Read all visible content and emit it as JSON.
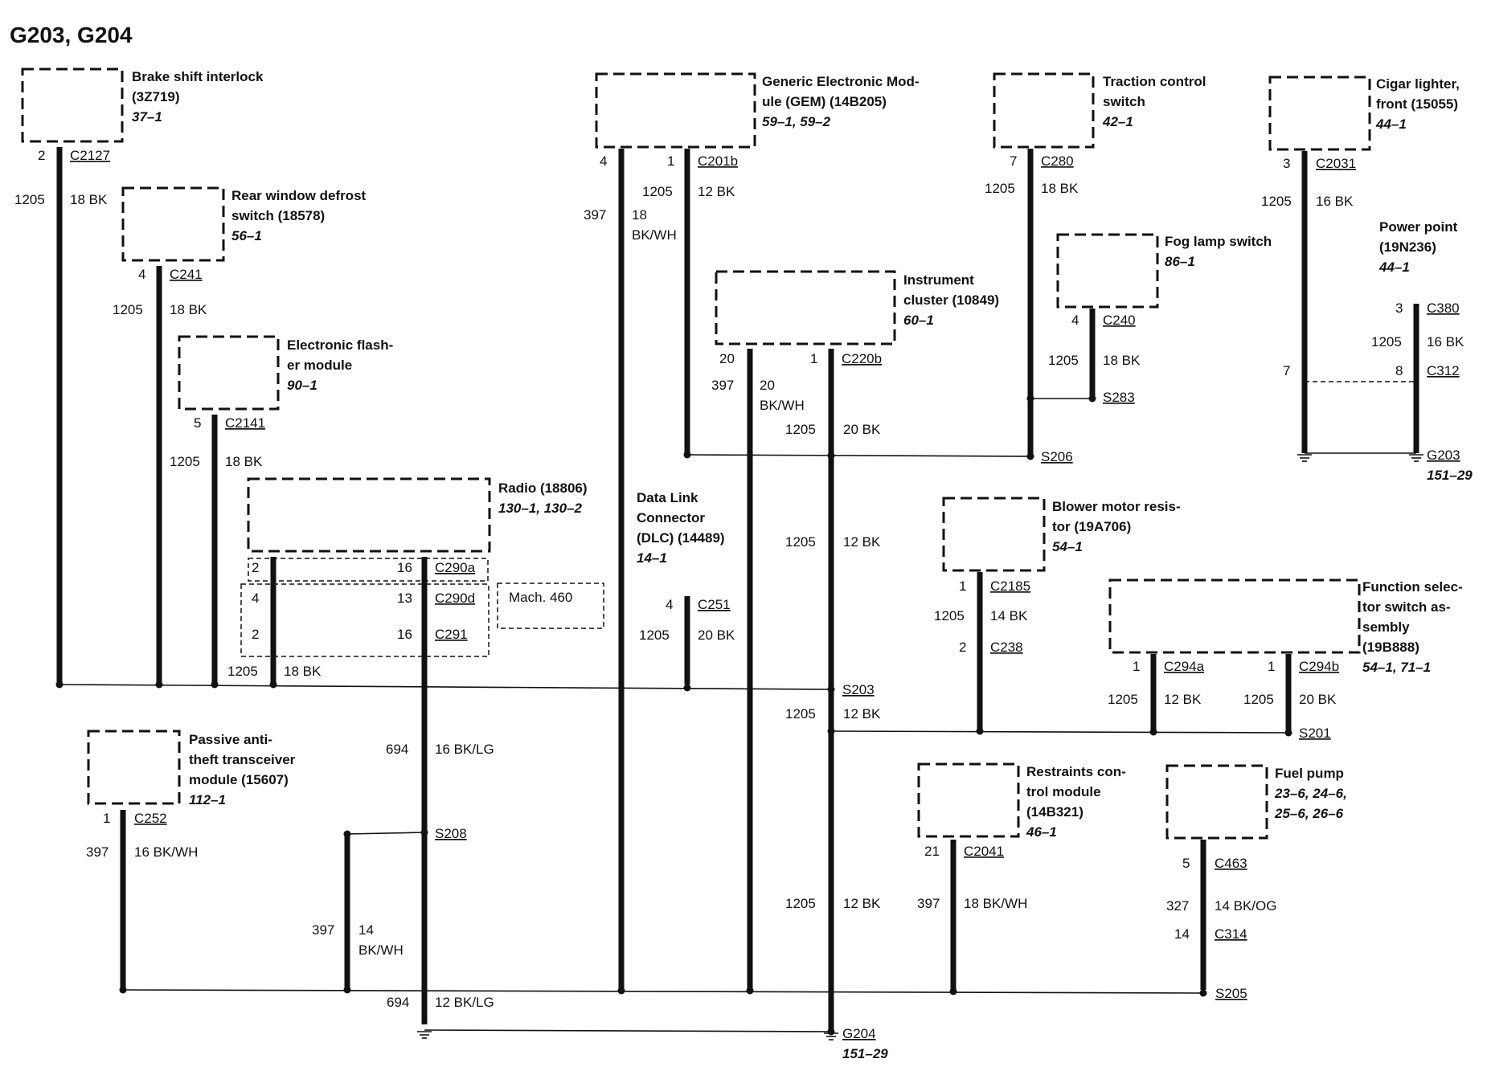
{
  "title": "G203, G204",
  "components": {
    "brake": [
      "Brake shift interlock",
      "(3Z719)",
      "37–1"
    ],
    "rwd": [
      "Rear window defrost",
      "switch (18578)",
      "56–1"
    ],
    "flasher": [
      "Electronic flash-",
      "er module",
      "90–1"
    ],
    "radio": [
      "Radio (18806)",
      "130–1, 130–2"
    ],
    "pats": [
      "Passive anti-",
      "theft transceiver",
      "module (15607)",
      "112–1"
    ],
    "gem": [
      "Generic Electronic Mod-",
      "ule (GEM) (14B205)",
      "59–1, 59–2"
    ],
    "dlc": [
      "Data Link",
      "Connector",
      "(DLC) (14489)",
      "14–1"
    ],
    "ic": [
      "Instrument",
      "cluster (10849)",
      "60–1"
    ],
    "tcs": [
      "Traction control",
      "switch",
      "42–1"
    ],
    "fog": [
      "Fog lamp switch",
      "86–1"
    ],
    "cigar": [
      "Cigar lighter,",
      "front (15055)",
      "44–1"
    ],
    "pp": [
      "Power point",
      "(19N236)",
      "44–1"
    ],
    "bmr": [
      "Blower motor resis-",
      "tor (19A706)",
      "54–1"
    ],
    "fss": [
      "Function selec-",
      "tor switch as-",
      "sembly",
      "(19B888)",
      "54–1, 71–1"
    ],
    "rcm": [
      "Restraints con-",
      "trol module",
      "(14B321)",
      "46–1"
    ],
    "fuel": [
      "Fuel pump",
      "23–6, 24–6,",
      "25–6, 26–6"
    ],
    "mach": "Mach. 460"
  },
  "connectors": {
    "c2127": "C2127",
    "c241": "C241",
    "c2141": "C2141",
    "c290a": "C290a",
    "c290d": "C290d",
    "c291": "C291",
    "c252": "C252",
    "c201b": "C201b",
    "c251": "C251",
    "c220b": "C220b",
    "c280": "C280",
    "c240": "C240",
    "c2031": "C2031",
    "c380": "C380",
    "c312": "C312",
    "c2185": "C2185",
    "c238": "C238",
    "c294a": "C294a",
    "c294b": "C294b",
    "c2041": "C2041",
    "c463": "C463",
    "c314": "C314"
  },
  "splices": {
    "s283": "S283",
    "s206": "S206",
    "s203": "S203",
    "s201": "S201",
    "s208": "S208",
    "s205": "S205"
  },
  "grounds": {
    "g203": "G203",
    "g203_ref": "151–29",
    "g204": "G204",
    "g204_ref": "151–29"
  },
  "pins": {
    "p_brake": "2",
    "p_rwd": "4",
    "p_flash": "5",
    "p_radio2": "2",
    "p_radio16": "16",
    "p_radio4": "4",
    "p_radio13": "13",
    "p_radio2b": "2",
    "p_radio16b": "16",
    "p_pats": "1",
    "p_gem4": "4",
    "p_gem1": "1",
    "p_dlc": "4",
    "p_ic20": "20",
    "p_ic1": "1",
    "p_tcs": "7",
    "p_fog": "4",
    "p_cig": "3",
    "p_pp3": "3",
    "p_pp7": "7",
    "p_pp8": "8",
    "p_bmr1": "1",
    "p_bmr2": "2",
    "p_fss1": "1",
    "p_fss1b": "1",
    "p_rcm": "21",
    "p_fuel5": "5",
    "p_fuel14": "14"
  },
  "circuits": {
    "w_brake": [
      "1205",
      "18 BK"
    ],
    "w_rwd": [
      "1205",
      "18 BK"
    ],
    "w_flash": [
      "1205",
      "18 BK"
    ],
    "w_radio": [
      "1205",
      "18 BK"
    ],
    "w_694a": [
      "694",
      "16 BK/LG"
    ],
    "w_pats": [
      "397",
      "16 BK/WH"
    ],
    "w_s208": [
      "397",
      "14",
      "BK/WH"
    ],
    "w_694b": [
      "694",
      "12 BK/LG"
    ],
    "w_gem4": [
      "397",
      "18",
      "BK/WH"
    ],
    "w_gem1": [
      "1205",
      "12 BK"
    ],
    "w_dlc": [
      "1205",
      "20 BK"
    ],
    "w_ic20": [
      "397",
      "20",
      "BK/WH"
    ],
    "w_ic1": [
      "1205",
      "20 BK"
    ],
    "w_main1": [
      "1205",
      "12 BK"
    ],
    "w_main2": [
      "1205",
      "12 BK"
    ],
    "w_main3": [
      "1205",
      "12 BK"
    ],
    "w_tcs": [
      "1205",
      "18 BK"
    ],
    "w_fog": [
      "1205",
      "18 BK"
    ],
    "w_cig": [
      "1205",
      "16 BK"
    ],
    "w_pp": [
      "1205",
      "16 BK"
    ],
    "w_bmr": [
      "1205",
      "14 BK"
    ],
    "w_fss1": [
      "1205",
      "12 BK"
    ],
    "w_fss2": [
      "1205",
      "20 BK"
    ],
    "w_rcm": [
      "397",
      "18 BK/WH"
    ],
    "w_fuel": [
      "327",
      "14 BK/OG"
    ]
  }
}
